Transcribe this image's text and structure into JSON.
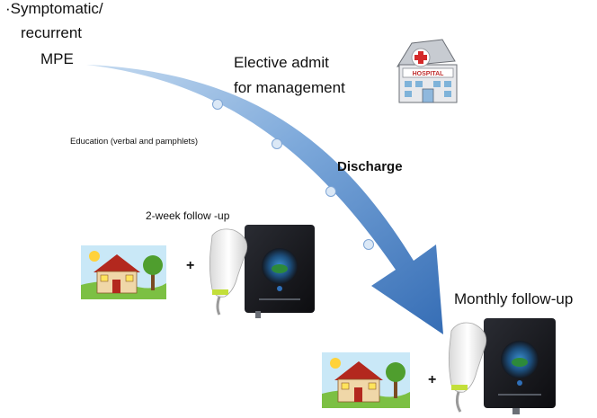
{
  "labels": {
    "symptomatic": "·Symptomatic/",
    "recurrent": "recurrent",
    "mpe": "MPE",
    "elective_line1": "Elective admit",
    "elective_line2": "for management",
    "education": "Education (verbal and pamphlets)",
    "discharge": "Discharge",
    "two_week": "2-week follow -up",
    "monthly": "Monthly follow-up",
    "plus": "+",
    "hospital_sign": "HOSPITAL"
  },
  "colors": {
    "arrow_light": "#a9c9ea",
    "arrow_dark": "#3e76bc",
    "dot_fill": "#dbe8f6",
    "sky": "#c9e8f7",
    "grass": "#7cc043",
    "house_wall": "#f0d7a8",
    "roof": "#b3281e",
    "tablet": "#1b1c20",
    "probe": "#f1f1f1",
    "probe_accent": "#c3df3a",
    "hospital_cross": "#d42a2a"
  },
  "icons": [
    "hospital-icon",
    "house-icon",
    "ultrasound-device-icon"
  ]
}
